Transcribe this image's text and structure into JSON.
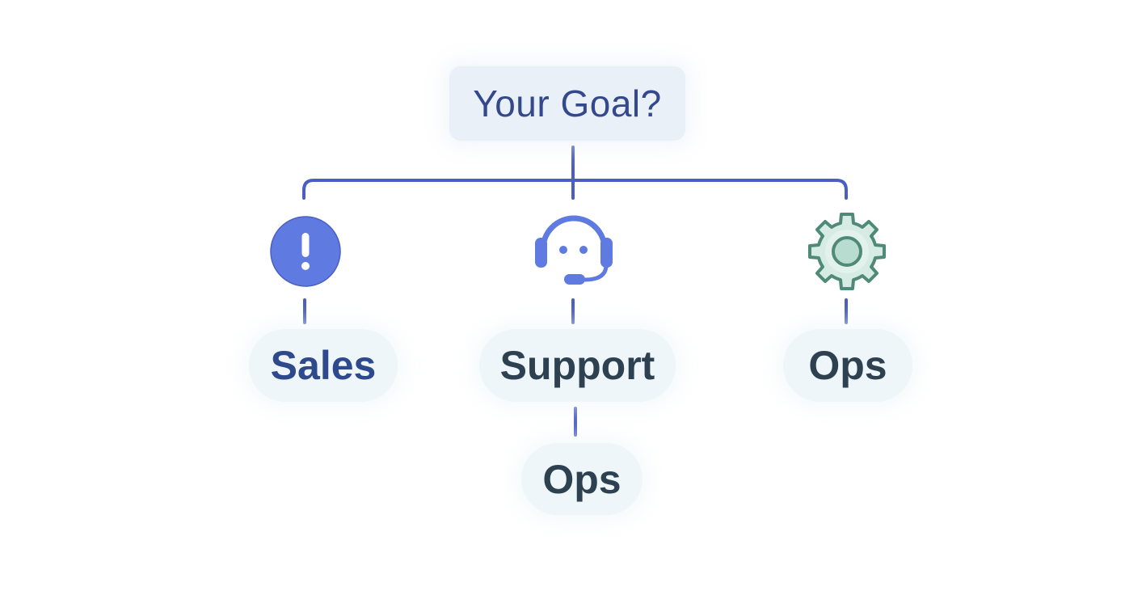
{
  "diagram": {
    "root": {
      "label": "Your Goal?"
    },
    "branches": [
      {
        "label": "Sales",
        "icon": "exclamation-circle-icon",
        "icon_color": "#5f7ae0"
      },
      {
        "label": "Support",
        "icon": "headset-icon",
        "icon_color": "#5f7ae0",
        "children": [
          {
            "label": "Ops"
          }
        ]
      },
      {
        "label": "Ops",
        "icon": "gear-icon",
        "icon_color": "#4f8a78"
      }
    ]
  },
  "colors": {
    "connector": "#4a5fc1",
    "root_bg": "#e9f0f8",
    "root_text": "#34488c",
    "pill_bg": "#eef6fa",
    "pill_text": "#2d4150",
    "sales_text": "#2f4a8c",
    "gear_fill": "#d6ebe4",
    "gear_stroke": "#4f8a78"
  }
}
